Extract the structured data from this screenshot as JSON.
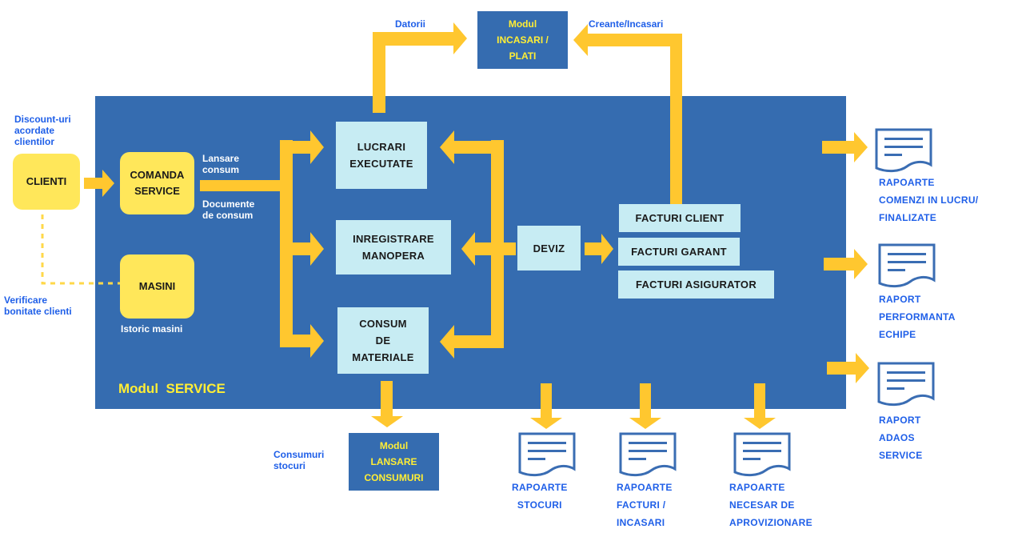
{
  "colors": {
    "panel": "#356cb0",
    "arrow": "#ffc72f",
    "yellow_box": "#ffe75a",
    "light_box": "#c7ecf3",
    "blue_text": "#1f5fe8",
    "module_text": "#ffee35",
    "report_icon": "#3a6db3"
  },
  "service_module": {
    "title": "Modul  SERVICE"
  },
  "external": {
    "clienti": "CLIENTI",
    "discount_label": "Discount-uri\nacordate\nclientilor",
    "verificare_label": "Verificare\nbonitate clienti"
  },
  "inner": {
    "comanda": "COMANDA\nSERVICE",
    "masini": "MASINI",
    "istoric": "Istoric masini",
    "lansare_consum": "Lansare\nconsum",
    "documente_consum": "Documente\nde consum",
    "lucrari": "LUCRARI\nEXECUTATE",
    "inregistrare": "INREGISTRARE\nMANOPERA",
    "consum": "CONSUM\nDE\nMATERIALE",
    "deviz": "DEVIZ",
    "facturi_client": "FACTURI CLIENT",
    "facturi_garant": "FACTURI GARANT",
    "facturi_asigurator": "FACTURI ASIGURATOR"
  },
  "modules": {
    "incasari": {
      "line1": "Modul",
      "line2": "INCASARI /",
      "line3": "PLATI"
    },
    "lansare": {
      "line1": "Modul",
      "line2": "LANSARE",
      "line3": "CONSUMURI"
    }
  },
  "flow_labels": {
    "datorii": "Datorii",
    "creante": "Creante/Incasari",
    "consumuri_stocuri": "Consumuri\nstocuri"
  },
  "reports": [
    {
      "icon": "document-report-icon",
      "label": "RAPOARTE\nCOMENZI IN LUCRU/\nFINALIZATE"
    },
    {
      "icon": "document-report-icon",
      "label": "RAPORT\nPERFORMANTA\nECHIPE"
    },
    {
      "icon": "document-report-icon",
      "label": "RAPORT\nADAOS\nSERVICE"
    },
    {
      "icon": "document-report-icon",
      "label": "RAPOARTE\nSTOCURI"
    },
    {
      "icon": "document-report-icon",
      "label": "RAPOARTE\nFACTURI /\nINCASARI"
    },
    {
      "icon": "document-report-icon",
      "label": "RAPOARTE\nNECESAR DE\nAPROVIZIONARE"
    }
  ]
}
